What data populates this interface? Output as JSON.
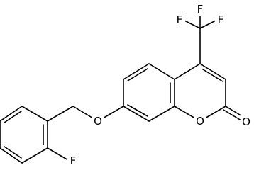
{
  "structure": {
    "atoms": {
      "fluorine_top": "F",
      "fluorine_left": "F",
      "fluorine_right": "F",
      "fluorine_aryl": "F",
      "ether_oxygen": "O",
      "ring_oxygen": "O",
      "carbonyl_oxygen": "O"
    },
    "colors": {
      "bond": "#000000",
      "background": "#ffffff"
    }
  }
}
